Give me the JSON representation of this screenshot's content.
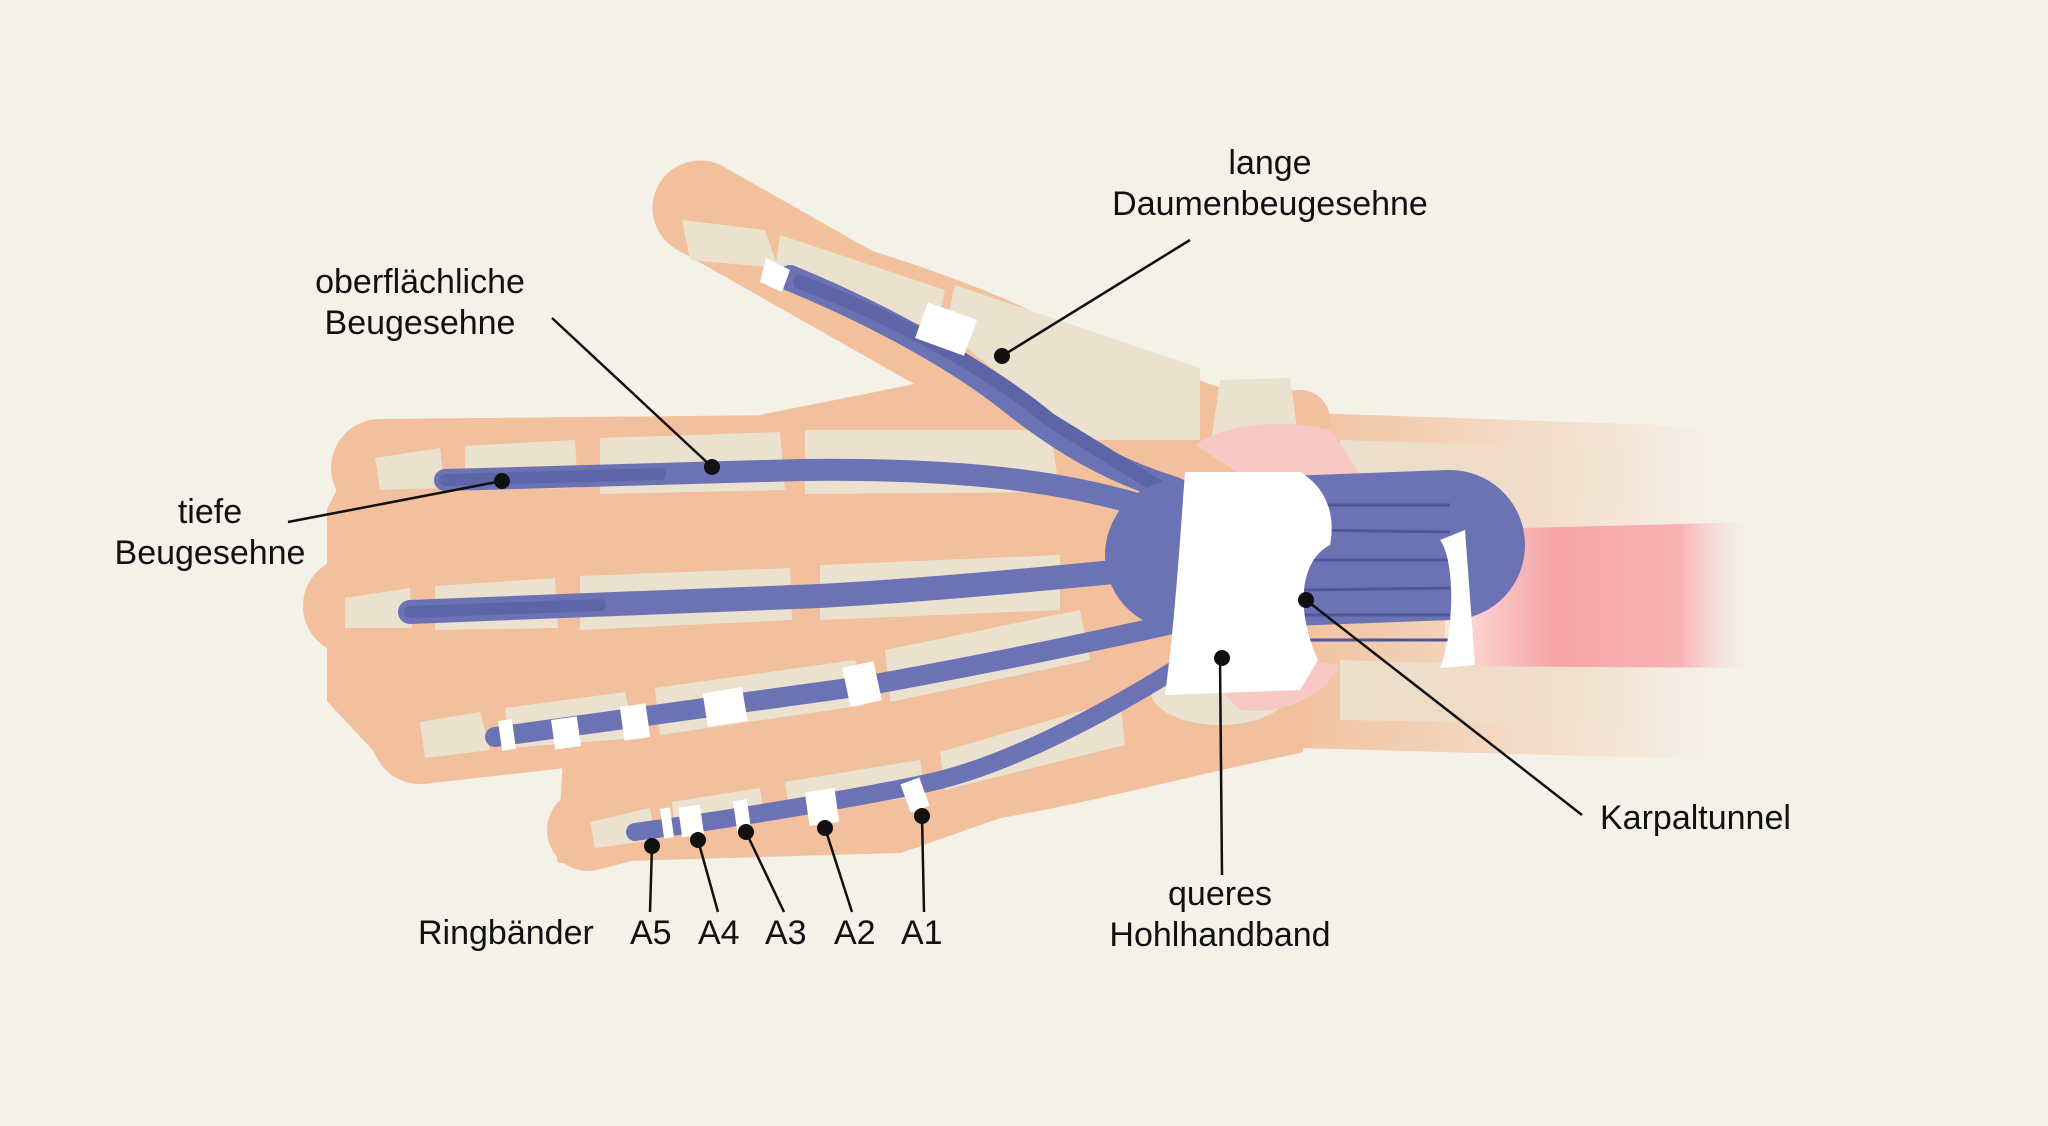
{
  "colors": {
    "background": "#f4f1e9",
    "skin": "#f2c09c",
    "bone": "#ebe1cf",
    "tendon": "#6b73b4",
    "ligament": "#ffffff",
    "muscle": "#f7a3a8",
    "line": "#111111"
  },
  "labels": {
    "lange_line1": "lange",
    "lange_line2": "Daumenbeugesehne",
    "oberflaechlich_line1": "oberflächliche",
    "oberflaechlich_line2": "Beugesehne",
    "tiefe_line1": "tiefe",
    "tiefe_line2": "Beugesehne",
    "karpaltunnel": "Karpaltunnel",
    "queres_line1": "queres",
    "queres_line2": "Hohlhandband",
    "ringbaender": "Ringbänder",
    "a5": "A5",
    "a4": "A4",
    "a3": "A3",
    "a2": "A2",
    "a1": "A1"
  }
}
